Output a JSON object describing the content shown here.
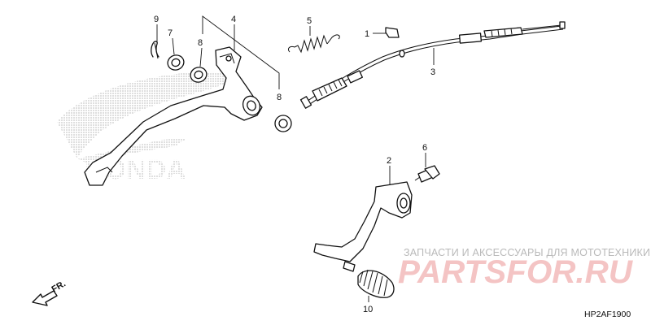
{
  "callouts": {
    "c1": "1",
    "c2": "2",
    "c3": "3",
    "c4": "4",
    "c5": "5",
    "c6": "6",
    "c7": "7",
    "c8a": "8",
    "c8b": "8",
    "c9": "9",
    "c10": "10"
  },
  "direction_label": "FR.",
  "diagram_code": "HP2AF1900",
  "watermark": {
    "caption": "ЗАПЧАСТИ И АКСЕССУАРЫ ДЛЯ МОТОТЕХНИКИ",
    "brand": "PARTSFOR.RU",
    "color": "#e53935"
  },
  "background_logo": {
    "text": "HONDA",
    "icon": "honda-wing-logo"
  }
}
